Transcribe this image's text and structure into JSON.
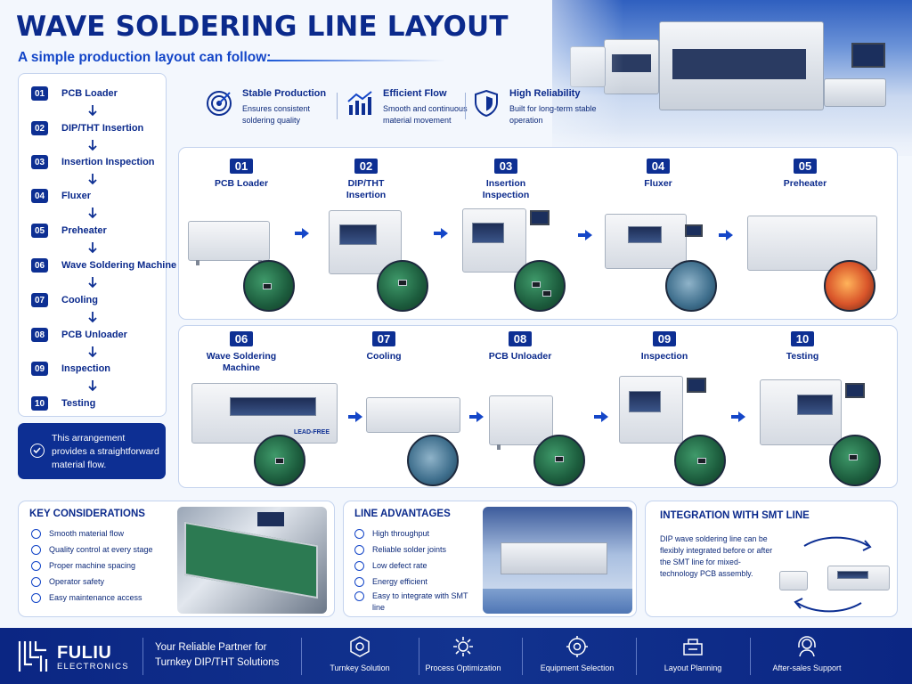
{
  "header": {
    "title": "WAVE SOLDERING LINE LAYOUT",
    "subtitle": "A simple production layout can follow:"
  },
  "steps": [
    {
      "num": "01",
      "label": "PCB Loader"
    },
    {
      "num": "02",
      "label": "DIP/THT Insertion"
    },
    {
      "num": "03",
      "label": "Insertion Inspection"
    },
    {
      "num": "04",
      "label": "Fluxer"
    },
    {
      "num": "05",
      "label": "Preheater"
    },
    {
      "num": "06",
      "label": "Wave Soldering Machine"
    },
    {
      "num": "07",
      "label": "Cooling"
    },
    {
      "num": "08",
      "label": "PCB Unloader"
    },
    {
      "num": "09",
      "label": "Inspection"
    },
    {
      "num": "10",
      "label": "Testing"
    }
  ],
  "note": "This arrangement provides a straightforward material flow.",
  "features": [
    {
      "title": "Stable Production",
      "desc": "Ensures consistent soldering quality",
      "icon": "target-icon"
    },
    {
      "title": "Efficient Flow",
      "desc": "Smooth and continuous material movement",
      "icon": "chart-icon"
    },
    {
      "title": "High Reliability",
      "desc": "Built for long-term stable operation",
      "icon": "shield-icon"
    }
  ],
  "process_row1": [
    {
      "num": "01",
      "name": "PCB Loader"
    },
    {
      "num": "02",
      "name": "DIP/THT Insertion"
    },
    {
      "num": "03",
      "name": "Insertion Inspection"
    },
    {
      "num": "04",
      "name": "Fluxer"
    },
    {
      "num": "05",
      "name": "Preheater"
    }
  ],
  "process_row2": [
    {
      "num": "06",
      "name": "Wave Soldering Machine"
    },
    {
      "num": "07",
      "name": "Cooling"
    },
    {
      "num": "08",
      "name": "PCB Unloader"
    },
    {
      "num": "09",
      "name": "Inspection"
    },
    {
      "num": "10",
      "name": "Testing"
    }
  ],
  "machine_labels": {
    "wave": "LEAD-FREE"
  },
  "key_considerations": {
    "title": "KEY CONSIDERATIONS",
    "items": [
      "Smooth material flow",
      "Quality control at every stage",
      "Proper machine spacing",
      "Operator safety",
      "Easy maintenance access"
    ]
  },
  "line_advantages": {
    "title": "LINE ADVANTAGES",
    "items": [
      {
        "text": "High throughput",
        "icon": "speed-icon"
      },
      {
        "text": "Reliable solder joints",
        "icon": "link-icon"
      },
      {
        "text": "Low defect rate",
        "icon": "check-icon"
      },
      {
        "text": "Energy efficient",
        "icon": "bolt-icon"
      },
      {
        "text": "Easy to integrate with SMT line",
        "icon": "plug-icon"
      }
    ]
  },
  "integration": {
    "title": "INTEGRATION WITH SMT LINE",
    "text": "DIP wave soldering line can be flexibly integrated before or after the SMT line for mixed-technology PCB assembly."
  },
  "footer": {
    "brand": "FULIU",
    "brand_sub": "ELECTRONICS",
    "tagline": "Your Reliable Partner for Turnkey DIP/THT Solutions",
    "services": [
      "Turnkey Solution",
      "Process Optimization",
      "Equipment Selection",
      "Layout Planning",
      "After-sales Support"
    ]
  },
  "colors": {
    "primary": "#0d2f93",
    "accent": "#1446c8",
    "panel_border": "#c4d3ee",
    "background": "#f3f7fd"
  }
}
